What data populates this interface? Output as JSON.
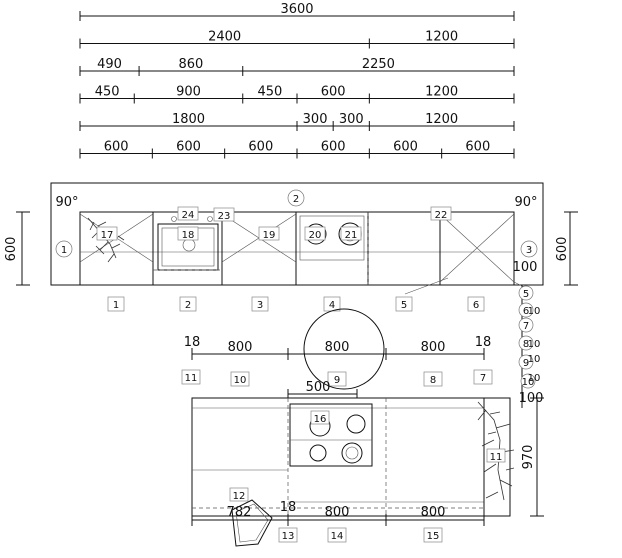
{
  "dimension_rows": [
    [
      "3600"
    ],
    [
      "2400",
      "1200"
    ],
    [
      "490",
      "860",
      "2250"
    ],
    [
      "450",
      "900",
      "450",
      "600",
      "1200"
    ],
    [
      "1800",
      "300",
      "300",
      "1200"
    ],
    [
      "600",
      "600",
      "600",
      "600",
      "600",
      "600"
    ]
  ],
  "wall_view": {
    "left_angle": "90°",
    "right_angle": "90°",
    "height_left": "600",
    "height_right": "600",
    "depth_right": "100",
    "wall_labels": [
      "1",
      "2",
      "3"
    ],
    "part_labels": [
      "17",
      "18",
      "19",
      "20",
      "21",
      "22",
      "23",
      "24"
    ],
    "cabinet_labels": [
      "1",
      "2",
      "3",
      "4",
      "5",
      "6"
    ],
    "side_labels": [
      "5",
      "6",
      "7",
      "8",
      "9",
      "10"
    ],
    "side_values": [
      "10",
      "10",
      "10",
      "10"
    ]
  },
  "island_view": {
    "top_dims": [
      "18",
      "800",
      "800",
      "800",
      "18"
    ],
    "top_labels": [
      "11",
      "10",
      "9",
      "8",
      "7"
    ],
    "hob_width": "500",
    "side_dim": "100",
    "height": "970",
    "part_labels": [
      "16",
      "11",
      "12"
    ],
    "bottom_dims": [
      "782",
      "18",
      "800",
      "800"
    ],
    "bottom_labels": [
      "13",
      "14",
      "15"
    ]
  }
}
